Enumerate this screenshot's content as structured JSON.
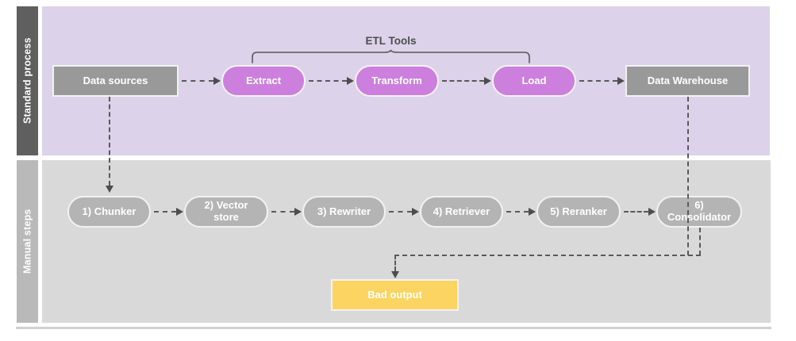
{
  "diagram": {
    "title_caption": "ETL Tools",
    "lanes": [
      {
        "name": "standard-process",
        "label": "Standard process",
        "band_color": "#5f5f5f",
        "body_color": "#dcd2ea"
      },
      {
        "name": "manual-steps",
        "label": "Manual steps",
        "band_color": "#b9b9b9",
        "body_color": "#d9d9d9"
      }
    ],
    "top_row": [
      {
        "id": "data-sources",
        "label": "Data sources",
        "shape": "rect",
        "color": "#999999"
      },
      {
        "id": "extract",
        "label": "Extract",
        "shape": "pill",
        "color": "#cc7fdd"
      },
      {
        "id": "transform",
        "label": "Transform",
        "shape": "pill",
        "color": "#cc7fdd"
      },
      {
        "id": "load",
        "label": "Load",
        "shape": "pill",
        "color": "#cc7fdd"
      },
      {
        "id": "data-warehouse",
        "label": "Data Warehouse",
        "shape": "rect",
        "color": "#999999"
      }
    ],
    "bottom_row": [
      {
        "id": "chunker",
        "label": "1) Chunker",
        "shape": "pill",
        "color": "#b4b4b4"
      },
      {
        "id": "vector-store",
        "label": "2) Vector\nstore",
        "shape": "pill",
        "color": "#b4b4b4"
      },
      {
        "id": "rewriter",
        "label": "3) Rewriter",
        "shape": "pill",
        "color": "#b4b4b4"
      },
      {
        "id": "retriever",
        "label": "4) Retriever",
        "shape": "pill",
        "color": "#b4b4b4"
      },
      {
        "id": "reranker",
        "label": "5) Reranker",
        "shape": "pill",
        "color": "#b4b4b4"
      },
      {
        "id": "consolidator",
        "label": "6)\nConsolidator",
        "shape": "pill",
        "color": "#b4b4b4"
      }
    ],
    "outcome": {
      "id": "bad-output",
      "label": "Bad output",
      "shape": "rect",
      "color": "#fcd462"
    },
    "connector_color": "#595959",
    "arrow_color": "#4d4d4d"
  }
}
